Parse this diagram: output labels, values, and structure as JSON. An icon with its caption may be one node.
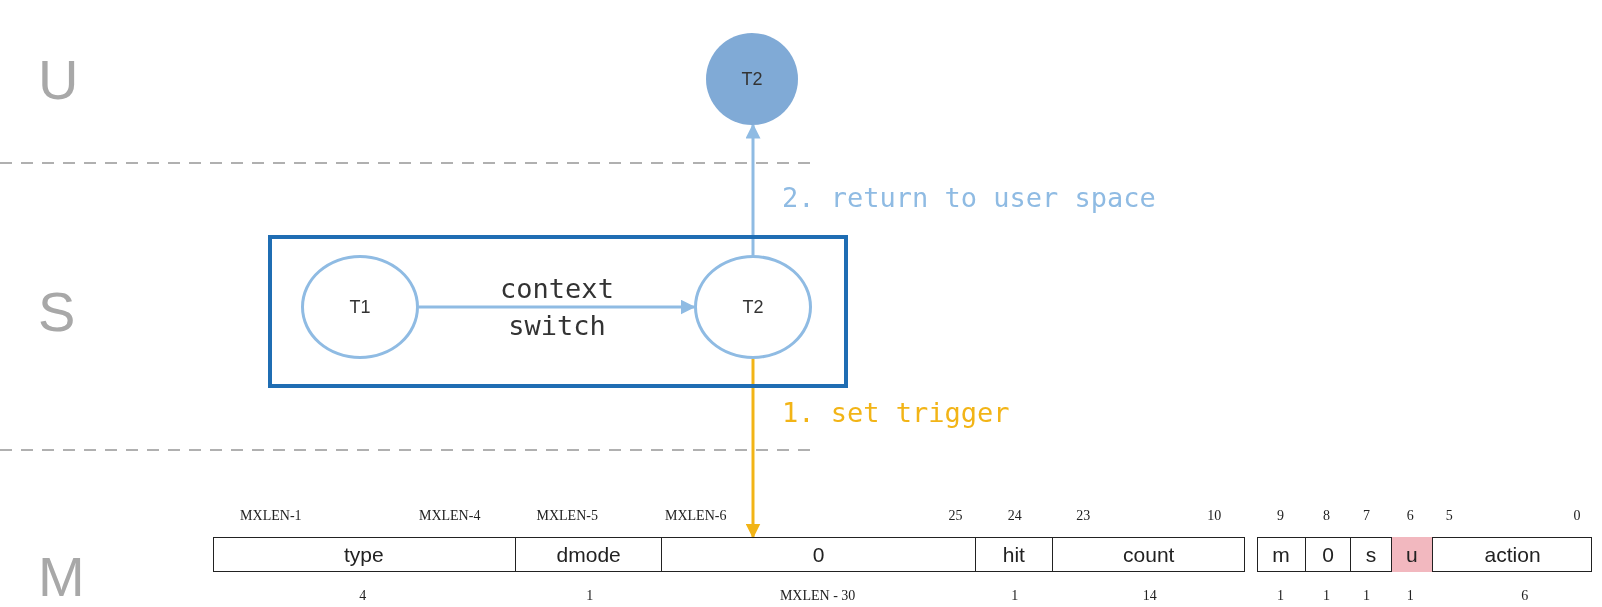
{
  "diagram": {
    "nodes": [
      {
        "text": [
          "T2"
        ]
      },
      {
        "text": [],
        "shape": "box"
      },
      {
        "text": [
          "T1"
        ],
        "in": 1
      },
      {
        "text": [
          "T2"
        ],
        "in": 1
      },
      {
        "text": [],
        "shape": "box"
      },
      {
        "text": [
          "type"
        ],
        "in": 4
      },
      {
        "text": [
          "dmode"
        ],
        "in": 4
      },
      {
        "text": [
          "0"
        ],
        "in": 4
      },
      {
        "text": [
          "hit"
        ],
        "in": 4
      },
      {
        "text": [
          "count"
        ],
        "in": 4
      },
      {
        "text": [],
        "shape": "box"
      },
      {
        "text": [
          "m"
        ],
        "in": 10
      },
      {
        "text": [
          "0"
        ],
        "in": 10
      },
      {
        "text": [
          "s"
        ],
        "in": 10
      },
      {
        "text": [
          "u"
        ],
        "in": 10
      },
      {
        "text": [
          "action"
        ],
        "in": 10
      }
    ],
    "edges": [
      {
        "from": 2,
        "to": 3,
        "arrow": "to",
        "label": "context switch"
      },
      {
        "from": 3,
        "to": 0,
        "arrow": "to",
        "label": "2. return to user space"
      },
      {
        "from": 3,
        "to": 4,
        "arrow": "to",
        "label": "1. set trigger",
        "color": "#f2b416"
      }
    ],
    "labels": [
      "U",
      "S",
      "MXLEN-1",
      "MXLEN-4",
      "MXLEN-5",
      "MXLEN-6",
      "25",
      "24",
      "23",
      "10",
      "9",
      "8",
      "7",
      "6",
      "5",
      "0",
      "M",
      "4",
      "1",
      "MXLEN - 30",
      "1",
      "14",
      "1",
      "1",
      "1",
      "1",
      "6"
    ]
  }
}
